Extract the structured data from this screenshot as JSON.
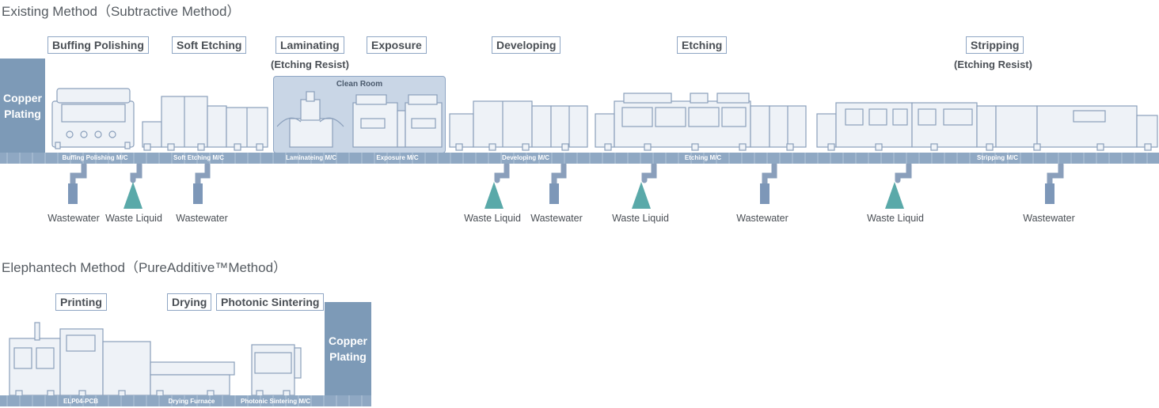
{
  "colors": {
    "accent": "#7d9ab7",
    "machine_stroke": "#8a9fbb",
    "machine_fill": "#eef2f7",
    "waste_liquid": "#5aa9a9",
    "wastewater": "#7d97b8",
    "clean_room": "#c9d6e6"
  },
  "existing": {
    "title": "Existing Method（Subtractive Method）",
    "copper_plating": "Copper Plating",
    "stages": {
      "buffing": "Buffing Polishing",
      "soft_etching": "Soft Etching",
      "laminating": "Laminating",
      "laminating_sub": "(Etching Resist)",
      "exposure": "Exposure",
      "developing": "Developing",
      "etching": "Etching",
      "stripping": "Stripping",
      "stripping_sub": "(Etching Resist)"
    },
    "clean_room": "Clean Room",
    "machines": {
      "buffing": "Buffing Polishing M/C",
      "soft_etching": "Soft Etching M/C",
      "laminating": "Laminateing M/C",
      "exposure": "Exposure M/C",
      "developing": "Developing M/C",
      "etching": "Etching M/C",
      "stripping": "Stripping M/C"
    },
    "outputs": {
      "w1": "Wastewater",
      "w2": "Waste Liquid",
      "w3": "Wastewater",
      "w4": "Waste Liquid",
      "w5": "Wastewater",
      "w6": "Waste Liquid",
      "w7": "Wastewater",
      "w8": "Waste Liquid",
      "w9": "Wastewater"
    }
  },
  "elephantech": {
    "title": "Elephantech Method（PureAdditive™Method）",
    "copper_plating": "Copper Plating",
    "stages": {
      "printing": "Printing",
      "drying": "Drying",
      "sintering": "Photonic Sintering"
    },
    "machines": {
      "printer": "ELP04-PCB",
      "drying": "Drying Furnace",
      "sintering": "Photonic Sintering M/C"
    }
  }
}
